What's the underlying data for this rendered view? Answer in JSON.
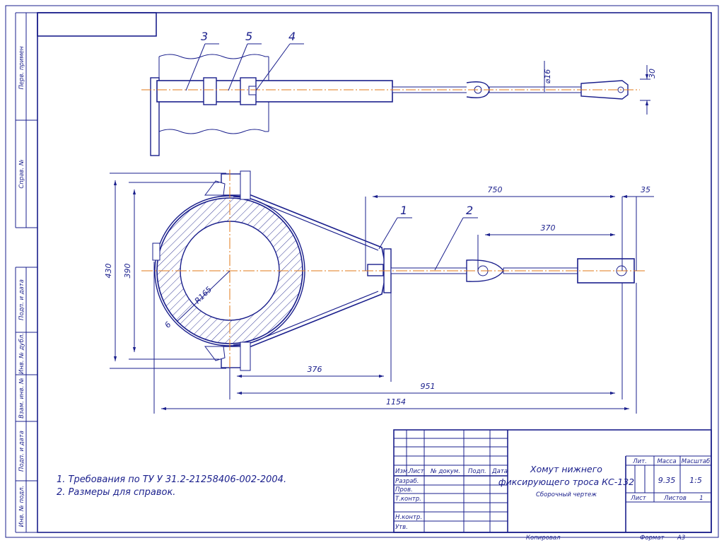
{
  "colors": {
    "line": "#1a1f8c",
    "center_line": "#e07a1a",
    "hatch": "#3a3f99",
    "paper": "#ffffff"
  },
  "side_stamps": [
    "Перв. примен",
    "Справ. №",
    "Подп. и дата",
    "Инв. № дубл.",
    "Взам. инв. №",
    "Подп. и дата",
    "Инв. № подл."
  ],
  "callouts": {
    "c3": "3",
    "c5": "5",
    "c4": "4",
    "c1": "1",
    "c2": "2"
  },
  "dimensions": {
    "d_phi16": "⌀16",
    "d_30": "30",
    "d_750": "750",
    "d_35": "35",
    "d_370": "370",
    "d_430": "430",
    "d_390": "390",
    "d_r165": "R165",
    "d_6": "6",
    "d_376": "376",
    "d_951": "951",
    "d_1154": "1154"
  },
  "notes": [
    "1. Требования по ТУ У 31.2-21258406-002-2004.",
    "2. Размеры для справок."
  ],
  "title_block": {
    "col_izm": "Изм.",
    "col_list": "Лист",
    "col_doc": "№ докум.",
    "col_podp": "Подп.",
    "col_data": "Дата",
    "row_razrab": "Разраб.",
    "row_prov": "Пров.",
    "row_tkontr": "Т.контр.",
    "row_nkontr": "Н.контр.",
    "row_utv": "Утв.",
    "title_line1": "Хомут нижнего",
    "title_line2": "фиксирующего троса КС-132",
    "subtitle": "Сборочный чертеж",
    "h_lit": "Лит.",
    "h_massa": "Масса",
    "h_masshtab": "Масштаб",
    "massa": "9.35",
    "masshtab": "1:5",
    "h_list": "Лист",
    "h_listov": "Листов",
    "listov": "1",
    "kopiroval": "Копировал",
    "format_label": "Формат",
    "format_value": "А3"
  }
}
